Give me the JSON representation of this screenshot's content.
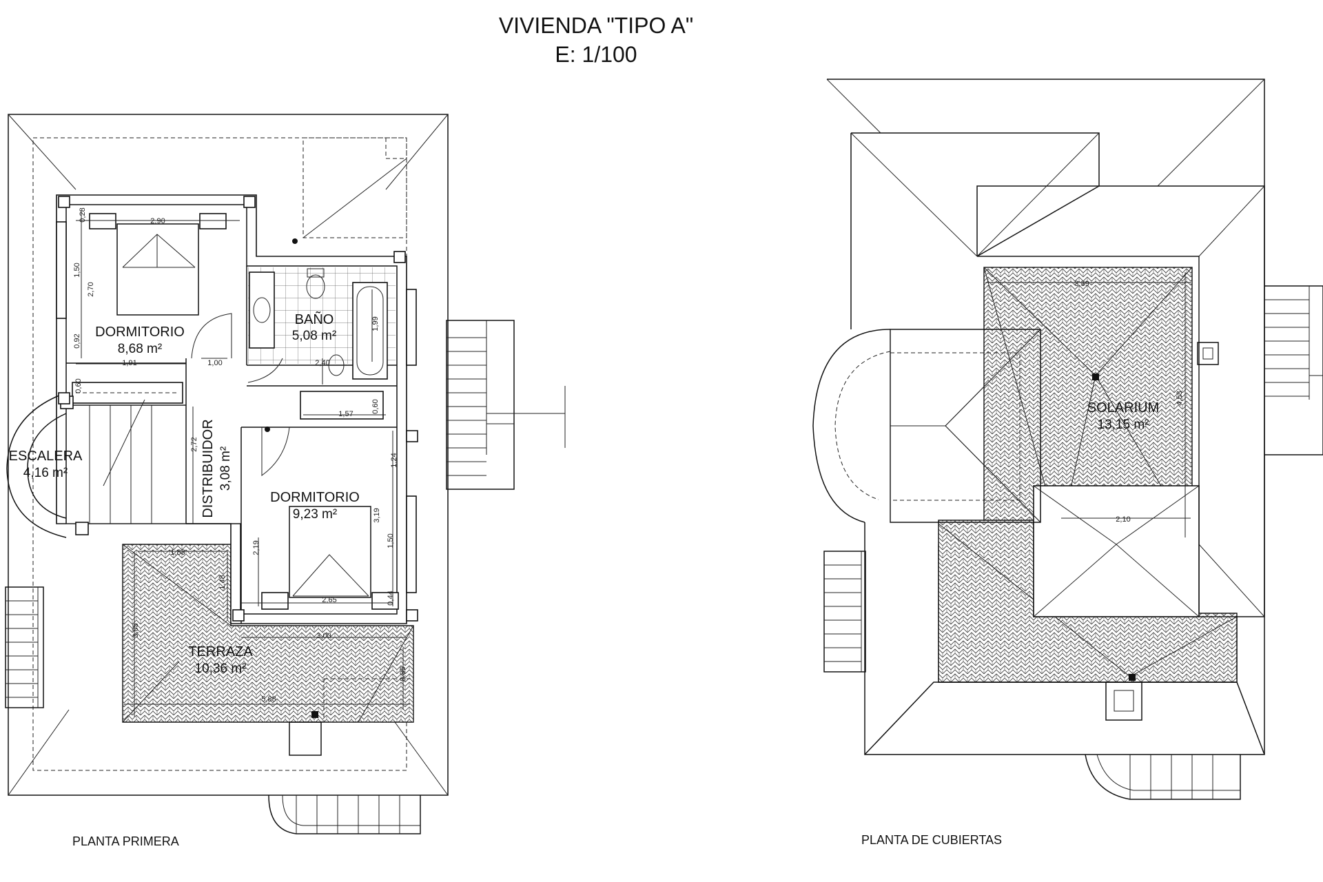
{
  "title": {
    "line1": "VIVIENDA \"TIPO A\"",
    "line2": "E: 1/100"
  },
  "plans": {
    "left": {
      "caption": "PLANTA PRIMERA",
      "rooms": {
        "dormitorio_1": {
          "name": "DORMITORIO",
          "area": "8,68 m²"
        },
        "bano": {
          "name": "BAÑO",
          "area": "5,08 m²"
        },
        "escalera": {
          "name": "ESCALERA",
          "area": "4,16 m²"
        },
        "distribuidor": {
          "name": "DISTRIBUIDOR",
          "area": "3,08 m²"
        },
        "dormitorio_2": {
          "name": "DORMITORIO",
          "area": "9,23 m²"
        },
        "terraza": {
          "name": "TERRAZA",
          "area": "10,36 m²"
        }
      },
      "dimensions": {
        "d_290": "2,90",
        "d_028": "0,28",
        "d_150a": "1,50",
        "d_270": "2,70",
        "d_092": "0,92",
        "d_191": "1,91",
        "d_100": "1,00",
        "d_199": "1,99",
        "d_240": "2,40",
        "d_060a": "0,60",
        "d_060b": "0,60",
        "d_157": "1,57",
        "d_272": "2,72",
        "d_124": "1,24",
        "d_319": "3,19",
        "d_150b": "1,50",
        "d_219": "2,19",
        "d_265": "2,65",
        "d_044": "0,44",
        "d_188": "1,88",
        "d_148": "1,48",
        "d_305": "3,05",
        "d_300": "3,00",
        "d_085": "0,85",
        "d_588": "5,88"
      }
    },
    "right": {
      "caption": "PLANTA DE CUBIERTAS",
      "rooms": {
        "solarium": {
          "name": "SOLARIUM",
          "area": "13,15 m²"
        }
      },
      "dimensions": {
        "d_339": "3,39",
        "d_453": "4,53",
        "d_210": "2,10"
      }
    }
  }
}
